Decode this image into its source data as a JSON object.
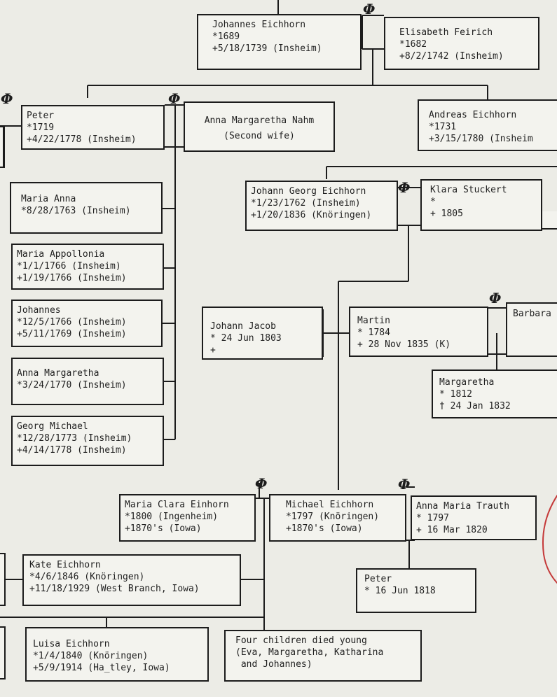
{
  "people": {
    "johannes": {
      "name": "Johannes Eichhorn",
      "birth": "*1689",
      "death": "+5/18/1739 (Insheim)"
    },
    "elisabeth": {
      "name": "Elisabeth Feirich",
      "birth": "*1682",
      "death": "+8/2/1742 (Insheim)"
    },
    "peter": {
      "name": "Peter",
      "birth": "*1719",
      "death": "+4/22/1778 (Insheim)"
    },
    "anna_nahm": {
      "name": "Anna Margaretha Nahm",
      "note": "(Second wife)"
    },
    "andreas": {
      "name": "Andreas Eichhorn",
      "birth": "*1731",
      "death": "+3/15/1780 (Insheim"
    },
    "maria_anna": {
      "name": "Maria Anna",
      "birth": "*8/28/1763 (Insheim)"
    },
    "maria_appollonia": {
      "name": "Maria Appollonia",
      "birth": "*1/1/1766 (Insheim)",
      "death": "+1/19/1766 (Insheim)"
    },
    "johannes_jr": {
      "name": "Johannes",
      "birth": "*12/5/1766 (Insheim)",
      "death": "+5/11/1769 (Insheim)"
    },
    "anna_margaretha": {
      "name": "Anna Margaretha",
      "birth": "*3/24/1770 (Insheim)"
    },
    "georg_michael": {
      "name": "Georg Michael",
      "birth": "*12/28/1773 (Insheim)",
      "death": "+4/14/1778 (Insheim)"
    },
    "johann_georg": {
      "name": "Johann Georg Eichhorn",
      "birth": "*1/23/1762 (Insheim)",
      "death": "+1/20/1836 (Knöringen)"
    },
    "klara": {
      "name": "Klara Stuckert",
      "birth": "*",
      "death": "+ 1805"
    },
    "johann_jacob": {
      "name": "Johann Jacob",
      "birth": "* 24 Jun 1803",
      "death": "+"
    },
    "martin": {
      "name": "Martin",
      "birth": "* 1784",
      "death": "+ 28 Nov 1835 (K)"
    },
    "barbara": {
      "name": "Barbara"
    },
    "margaretha": {
      "name": "Margaretha",
      "birth": "* 1812",
      "death": "† 24 Jan 1832"
    },
    "maria_clara": {
      "name": "Maria Clara Einhorn",
      "birth": "*1800  (Ingenheim)",
      "death": "+1870's (Iowa)"
    },
    "michael": {
      "name": "Michael Eichhorn",
      "birth": "*1797 (Knöringen)",
      "death": "+1870's (Iowa)"
    },
    "anna_maria": {
      "name": "Anna Maria Trauth",
      "birth": "* 1797",
      "death": "+ 16 Mar 1820"
    },
    "peter_jr": {
      "name": "Peter",
      "birth": "* 16 Jun 1818"
    },
    "kate": {
      "name": "Kate Eichhorn",
      "birth": "*4/6/1846 (Knöringen)",
      "death": "+11/18/1929 (West Branch, Iowa)"
    },
    "luisa": {
      "name": "Luisa Eichhorn",
      "birth": "*1/4/1840 (Knöringen)",
      "death": "+5/9/1914 (Ha_tley, Iowa)"
    },
    "four_children": {
      "line1": "Four children died young",
      "line2": "(Eva, Margaretha, Katharina",
      "line3": " and Johannes)"
    }
  },
  "marriage_symbol": "Φ",
  "colors": {
    "paper": "#ecece6",
    "ink": "#1c1c1c",
    "box_fill": "#f3f3ee"
  }
}
